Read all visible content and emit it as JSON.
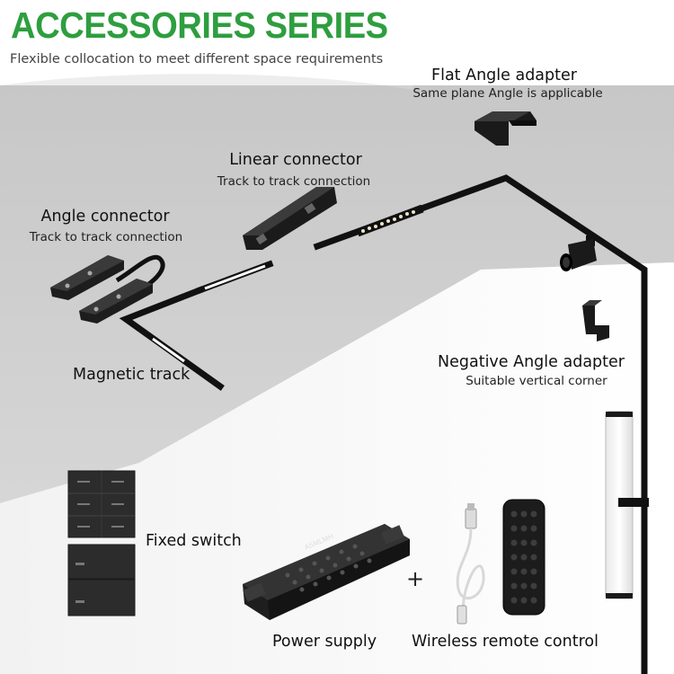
{
  "title": "ACCESSORIES SERIES",
  "subtitle": "Flexible collocation to meet different space requirements",
  "callouts": {
    "flat_angle": {
      "title": "Flat Angle adapter",
      "sub": "Same plane Angle is applicable"
    },
    "linear": {
      "title": "Linear connector",
      "sub": "Track to track connection"
    },
    "angle": {
      "title": "Angle connector",
      "sub": "Track to track connection"
    },
    "magnetic": {
      "title": "Magnetic track"
    },
    "negative": {
      "title": "Negative Angle adapter",
      "sub": "Suitable vertical corner"
    },
    "fixed_switch": {
      "title": "Fixed switch"
    },
    "power": {
      "title": "Power supply"
    },
    "remote": {
      "title": "Wireless remote control"
    }
  },
  "plus_sign": "+",
  "power_supply_brand": "ASMLMH",
  "colors": {
    "title_green": "#2e9e3f",
    "ceiling_gray": "#c9c9c9",
    "track_black": "#111111"
  }
}
